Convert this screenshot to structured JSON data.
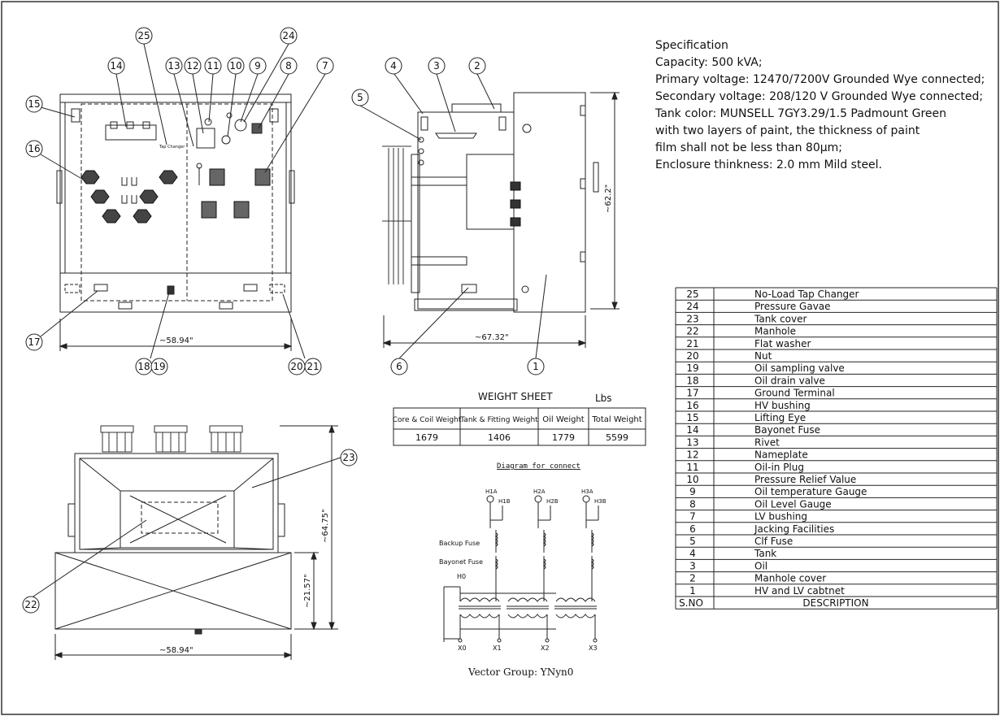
{
  "specification": {
    "title": "Specification",
    "lines": [
      "Capacity: 500 kVA;",
      "Primary voltage: 12470/7200V Grounded Wye connected;",
      "Secondary voltage: 208/120 V Grounded Wye connected;",
      "Tank color: MUNSELL 7GY3.29/1.5 Padmount Green",
      "with two layers of paint, the thickness of paint",
      "film shall not be less than 80μm;",
      "Enclosure thinkness: 2.0 mm Mild steel."
    ]
  },
  "callouts": {
    "front_view": [
      "25",
      "24",
      "14",
      "13",
      "12",
      "11",
      "10",
      "9",
      "8",
      "7",
      "15",
      "16",
      "17",
      "18",
      "19",
      "20",
      "21"
    ],
    "side_view": [
      "4",
      "3",
      "2",
      "5",
      "6",
      "1"
    ],
    "top_view": [
      "23",
      "22"
    ]
  },
  "dimensions": {
    "front_width": "~58.94\"",
    "side_width": "~67.32\"",
    "side_height": "~62.2\"",
    "top_width": "~58.94\"",
    "top_height": "~64.75\"",
    "top_depth": "~21.57\""
  },
  "labels": {
    "tap_changer_small": "Tap Changer"
  },
  "weight_sheet": {
    "title": "WEIGHT SHEET",
    "unit": "Lbs",
    "headers": [
      "Core & Coil Weight",
      "Tank & Fitting Weight",
      "Oil Weight",
      "Total Weight"
    ],
    "values": [
      "1679",
      "1406",
      "1779",
      "5599"
    ]
  },
  "connection_diagram": {
    "title": "Diagram for connect",
    "hv_labels": [
      "H1A",
      "H1B",
      "H2A",
      "H2B",
      "H3A",
      "H3B"
    ],
    "fuse_labels": [
      "Backup Fuse",
      "Bayonet Fuse"
    ],
    "neutral": "H0",
    "lv_labels": [
      "X0",
      "X1",
      "X2",
      "X3"
    ],
    "vector_group": "Vector Group:  YNyn0"
  },
  "parts_list": {
    "header": [
      "S.NO",
      "DESCRIPTION"
    ],
    "rows": [
      [
        "25",
        "No-Load Tap Changer"
      ],
      [
        "24",
        "Pressure Gavae"
      ],
      [
        "23",
        "Tank cover"
      ],
      [
        "22",
        "Manhole"
      ],
      [
        "21",
        "Flat washer"
      ],
      [
        "20",
        "Nut"
      ],
      [
        "19",
        "Oil sampling valve"
      ],
      [
        "18",
        "Oil drain valve"
      ],
      [
        "17",
        "Ground Terminal"
      ],
      [
        "16",
        "HV bushing"
      ],
      [
        "15",
        "Lifting Eye"
      ],
      [
        "14",
        "Bayonet Fuse"
      ],
      [
        "13",
        "Rivet"
      ],
      [
        "12",
        "Nameplate"
      ],
      [
        "11",
        "Oil-in Plug"
      ],
      [
        "10",
        "Pressure Relief Value"
      ],
      [
        "9",
        "Oil temperature Gauge"
      ],
      [
        "8",
        "Oil Level Gauge"
      ],
      [
        "7",
        "LV bushing"
      ],
      [
        "6",
        "Jacking Facilities"
      ],
      [
        "5",
        "Clf Fuse"
      ],
      [
        "4",
        "Tank"
      ],
      [
        "3",
        "Oil"
      ],
      [
        "2",
        "Manhole cover"
      ],
      [
        "1",
        "HV and LV cabtnet"
      ]
    ]
  }
}
